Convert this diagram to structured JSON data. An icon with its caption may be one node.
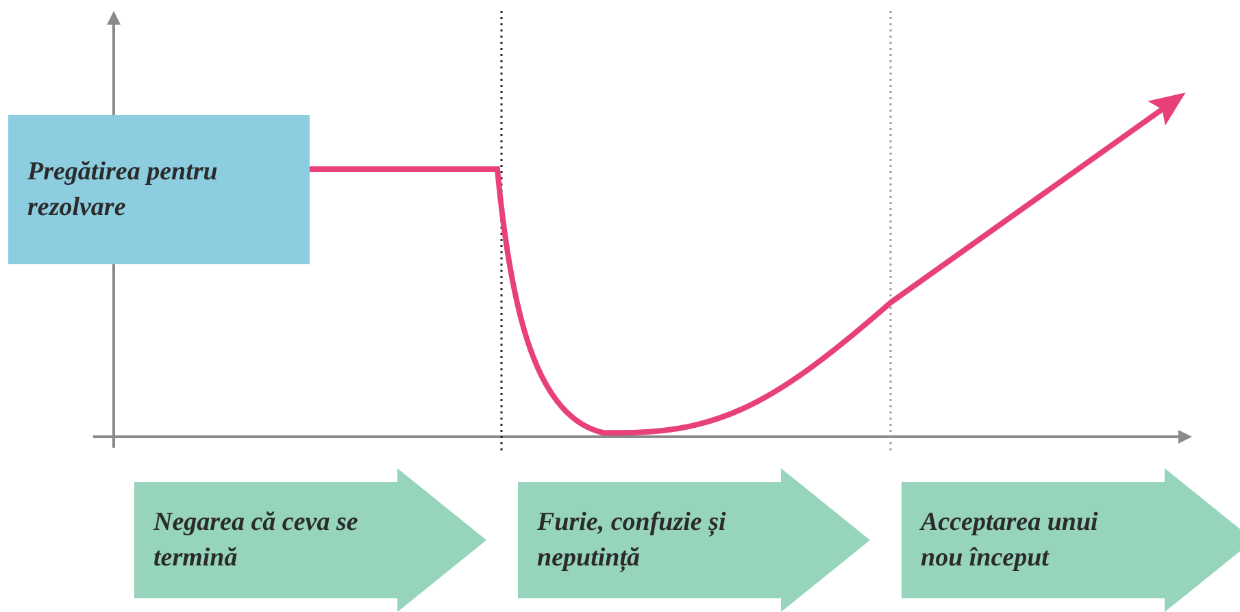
{
  "diagram": {
    "nodes": [
      {
        "text": [
          "Pregătirea pentru rezolvare"
        ]
      },
      {
        "text": [
          "Negarea că ceva se termină"
        ]
      },
      {
        "text": [
          "Furie, confuzie și neputință"
        ]
      },
      {
        "text": [
          "Acceptarea unui nou început"
        ]
      }
    ],
    "edges": [
      {
        "from": 0,
        "to": null,
        "arrow": "to",
        "color": "#e8407a"
      },
      {
        "from": 1,
        "to": 2,
        "arrow": "to",
        "color": "#96d5bc"
      },
      {
        "from": 2,
        "to": 3,
        "arrow": "to",
        "color": "#96d5bc"
      },
      {
        "from": 3,
        "to": null,
        "arrow": "to",
        "color": "#96d5bc"
      }
    ]
  }
}
